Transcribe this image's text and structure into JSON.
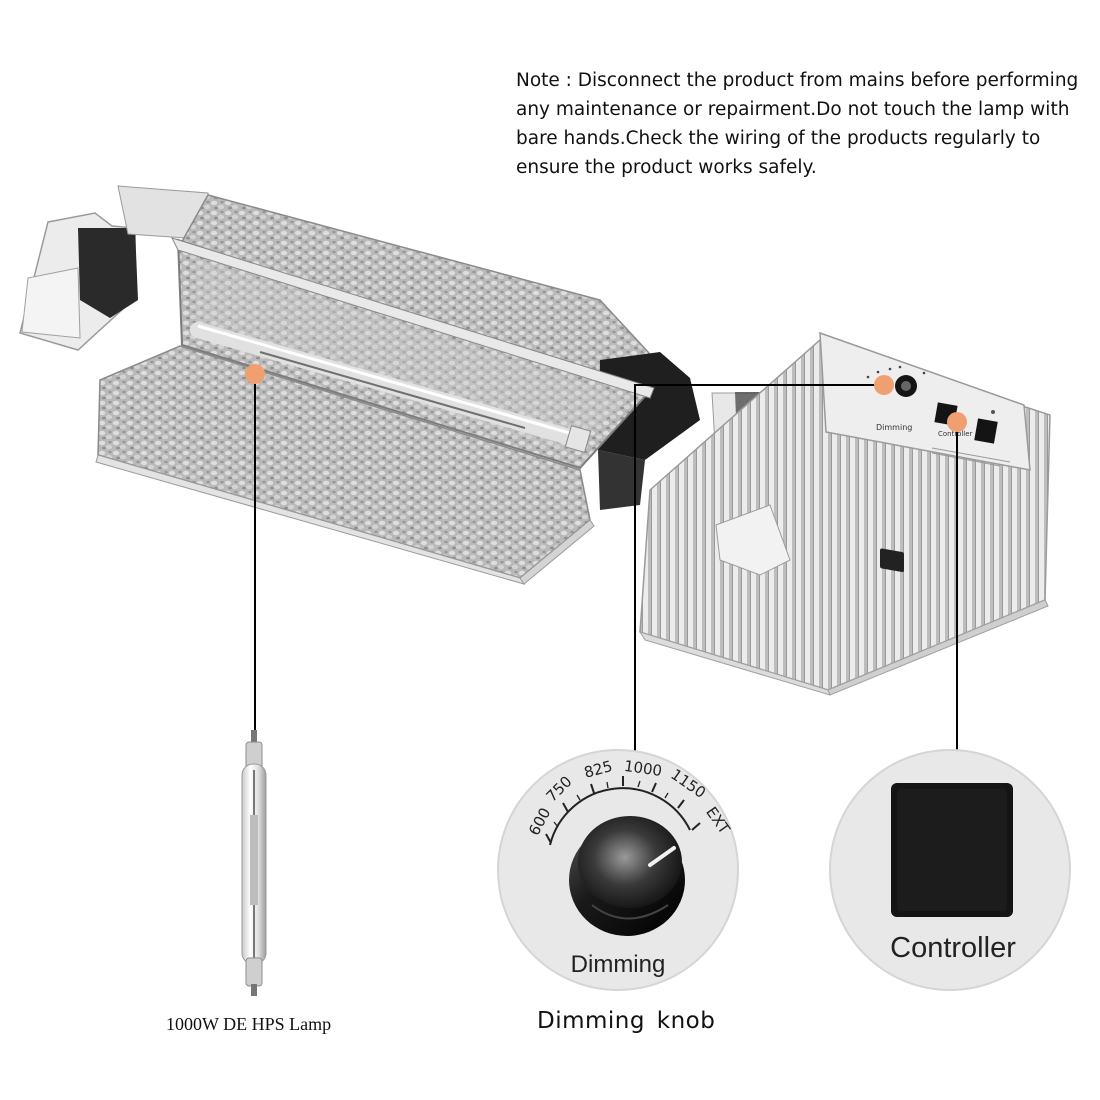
{
  "note": {
    "lines": [
      "Note : Disconnect the product from mains before performing",
      "any maintenance  or repairment.Do not touch the lamp with",
      "bare hands.Check the wiring of the products regularly to",
      "ensure the product works safely."
    ]
  },
  "ballast_panel": {
    "knob_caption": "Dimming",
    "switch_caption": "Controller"
  },
  "dimmer_dial": {
    "scale": [
      "600",
      "750",
      "825",
      "1000",
      "1150",
      "EXT"
    ],
    "caption": "Dimming"
  },
  "controller_zoom": {
    "caption": "Controller"
  },
  "captions": {
    "lamp": "1000W DE HPS Lamp",
    "knob": "Dimming  knob"
  },
  "colors": {
    "callout_marker": "#f0a070",
    "leader_line": "#000000"
  }
}
